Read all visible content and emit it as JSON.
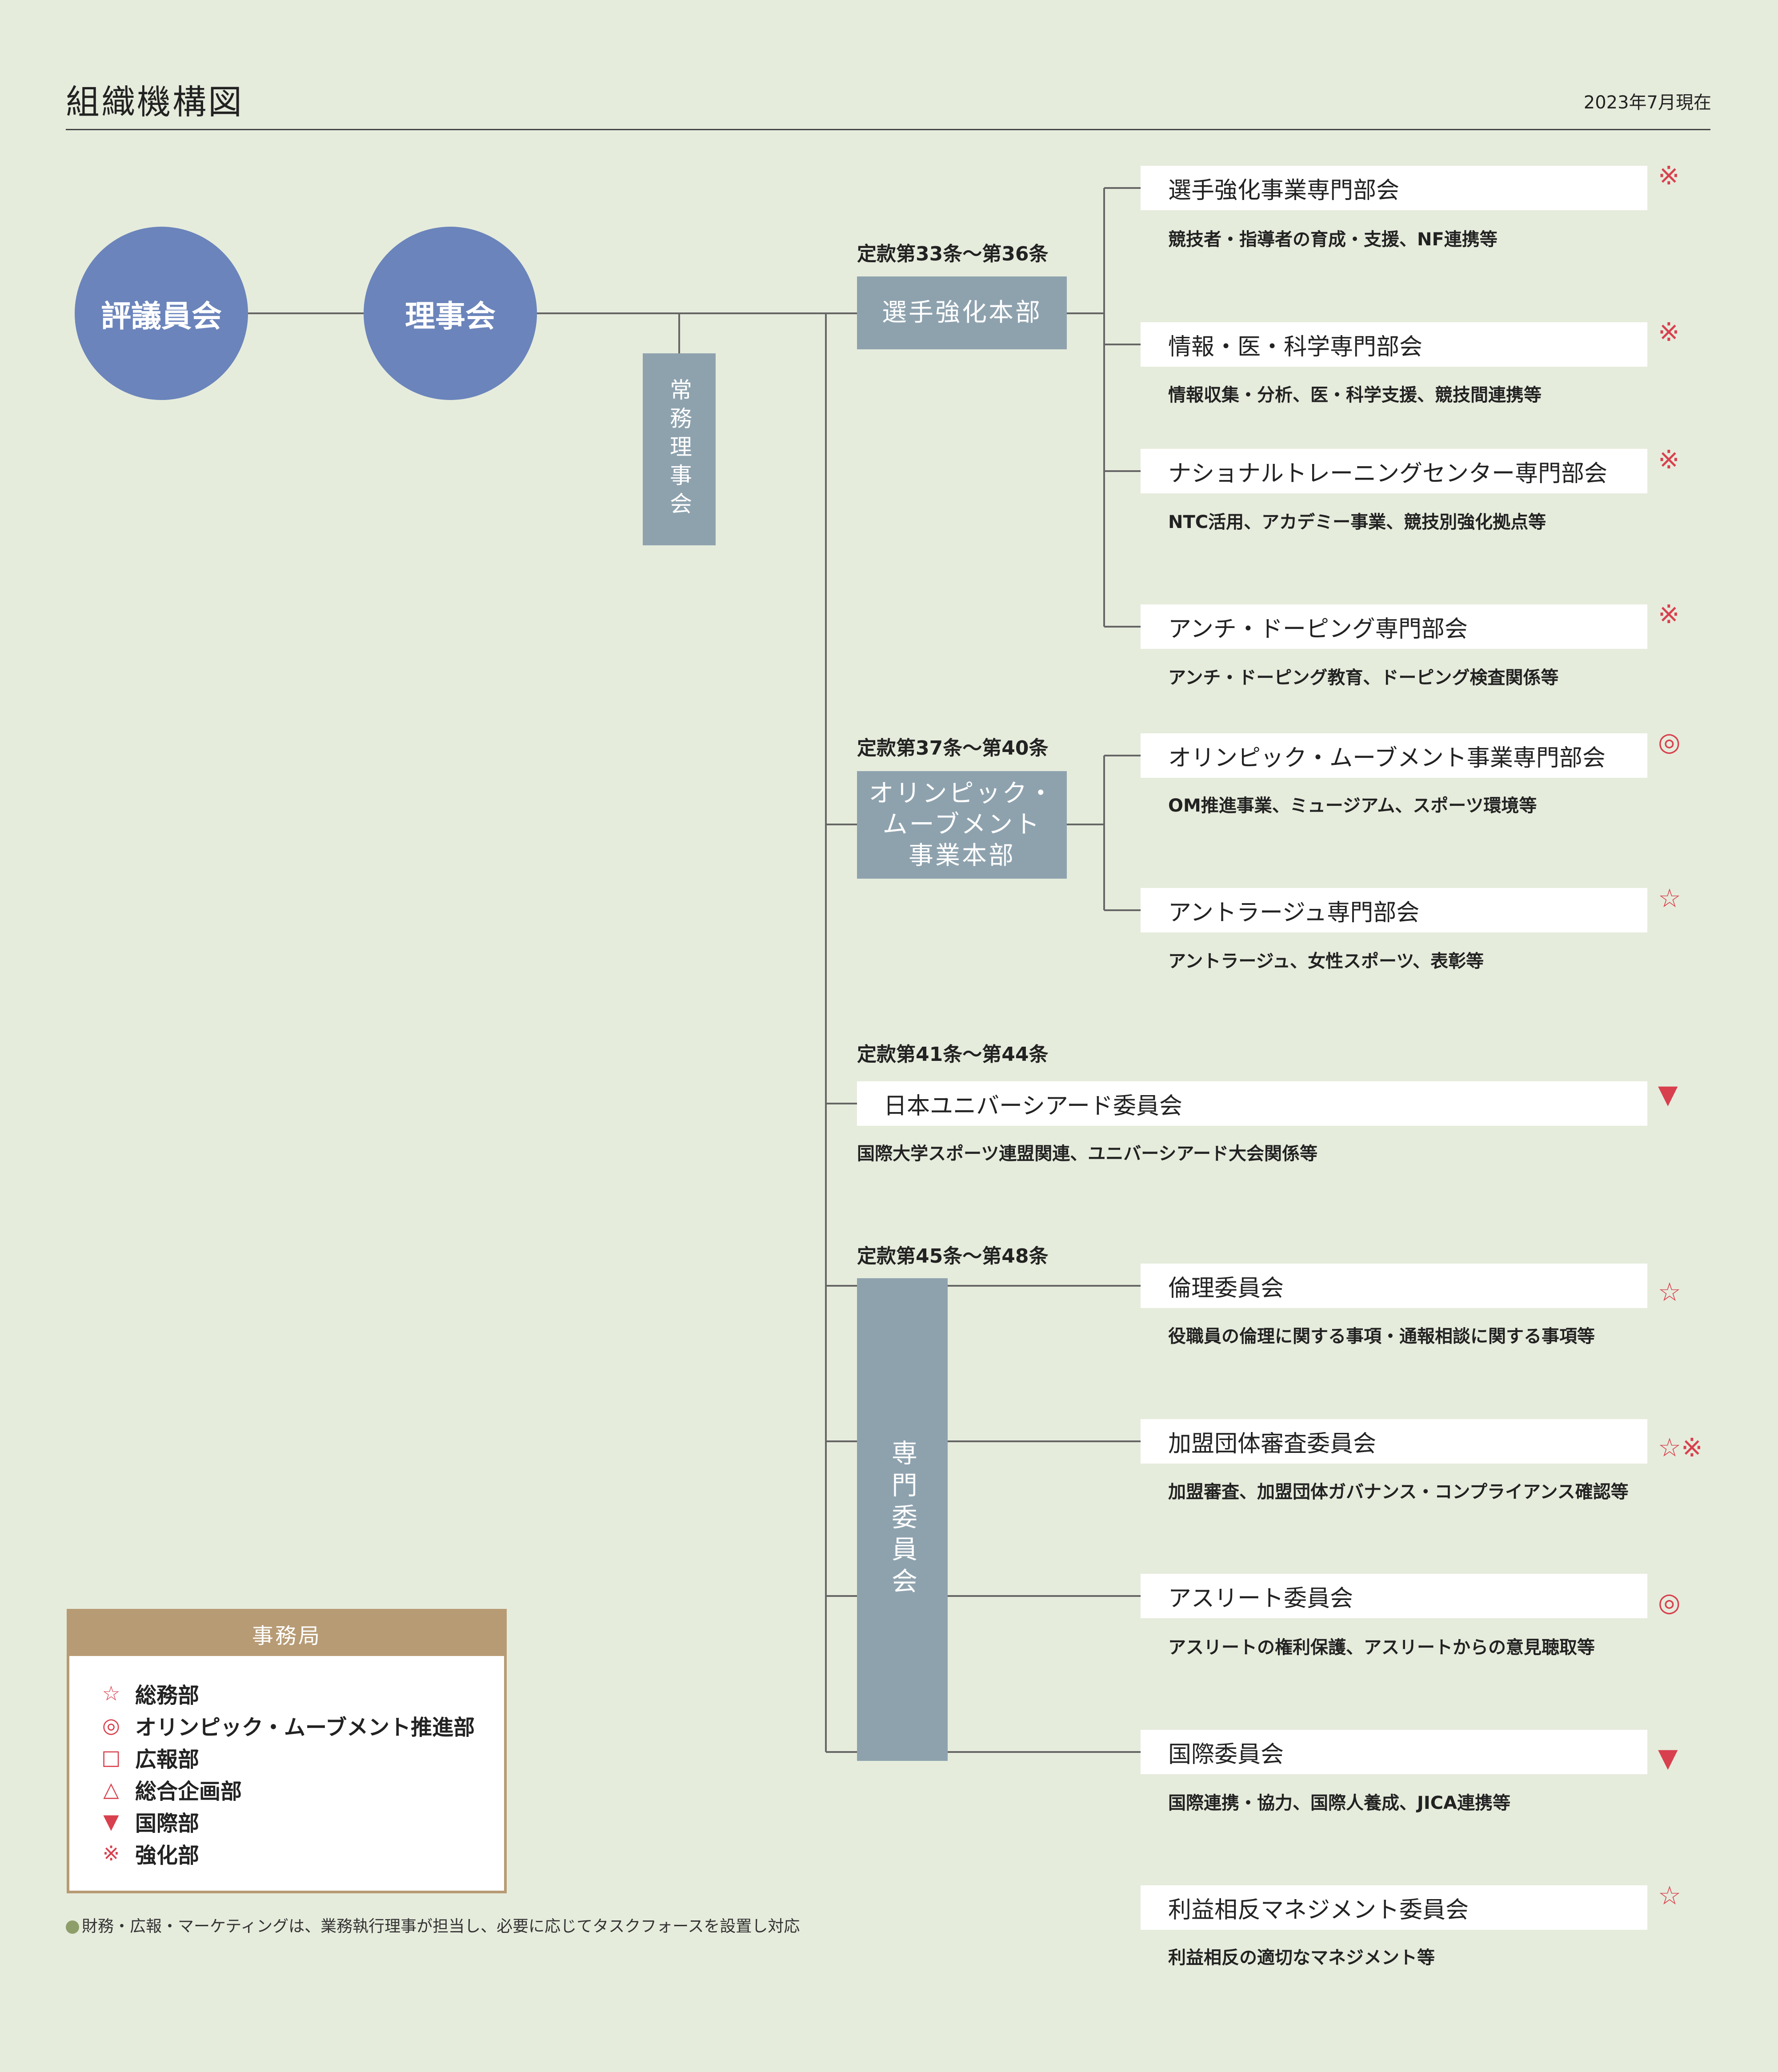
{
  "header": {
    "title": "組織機構図",
    "date": "2023年7月現在"
  },
  "nodes": {
    "council": "評議員会",
    "board": "理事会",
    "executive_board": "常務理事会"
  },
  "divisions": {
    "athlete": {
      "article": "定款第33条〜第36条",
      "label": "選手強化本部"
    },
    "olympic": {
      "article": "定款第37条〜第40条",
      "label_lines": [
        "オリンピック・",
        "ムーブメント",
        "事業本部"
      ]
    },
    "universiade": {
      "article": "定款第41条〜第44条",
      "label": "日本ユニバーシアード委員会",
      "desc": "国際大学スポーツ連盟関連、ユニバーシアード大会関係等",
      "mark": "▼"
    },
    "committees": {
      "article": "定款第45条〜第48条",
      "label": "専門委員会"
    }
  },
  "athlete_subs": [
    {
      "label": "選手強化事業専門部会",
      "desc": "競技者・指導者の育成・支援、NF連携等",
      "mark": "※"
    },
    {
      "label": "情報・医・科学専門部会",
      "desc": "情報収集・分析、医・科学支援、競技間連携等",
      "mark": "※"
    },
    {
      "label": "ナショナルトレーニングセンター専門部会",
      "desc": "NTC活用、アカデミー事業、競技別強化拠点等",
      "mark": "※"
    },
    {
      "label": "アンチ・ドーピング専門部会",
      "desc": "アンチ・ドーピング教育、ドーピング検査関係等",
      "mark": "※"
    }
  ],
  "olympic_subs": [
    {
      "label": "オリンピック・ムーブメント事業専門部会",
      "desc": "OM推進事業、ミュージアム、スポーツ環境等",
      "mark": "◎"
    },
    {
      "label": "アントラージュ専門部会",
      "desc": "アントラージュ、女性スポーツ、表彰等",
      "mark": "☆"
    }
  ],
  "committee_subs": [
    {
      "label": "倫理委員会",
      "desc": "役職員の倫理に関する事項・通報相談に関する事項等",
      "mark": "☆"
    },
    {
      "label": "加盟団体審査委員会",
      "desc": "加盟審査、加盟団体ガバナンス・コンプライアンス確認等",
      "mark": "☆※"
    },
    {
      "label": "アスリート委員会",
      "desc": "アスリートの権利保護、アスリートからの意見聴取等",
      "mark": "◎"
    },
    {
      "label": "国際委員会",
      "desc": "国際連携・協力、国際人養成、JICA連携等",
      "mark": "▼"
    },
    {
      "label": "利益相反マネジメント委員会",
      "desc": "利益相反の適切なマネジメント等",
      "mark": "☆"
    }
  ],
  "legend": {
    "title": "事務局",
    "items": [
      {
        "symbol": "☆",
        "label": "総務部"
      },
      {
        "symbol": "◎",
        "label": "オリンピック・ムーブメント推進部"
      },
      {
        "symbol": "□",
        "label": "広報部"
      },
      {
        "symbol": "△",
        "label": "総合企画部"
      },
      {
        "symbol": "▼",
        "label": "国際部"
      },
      {
        "symbol": "※",
        "label": "強化部"
      }
    ]
  },
  "footnote": "財務・広報・マーケティングは、業務執行理事が担当し、必要に応じてタスクフォースを設置し対応",
  "colors": {
    "background": "#e6ecdc",
    "circle": "#6b84bb",
    "division_box": "#8ea2ae",
    "legend_border": "#b79b74",
    "mark": "#d8404e"
  }
}
